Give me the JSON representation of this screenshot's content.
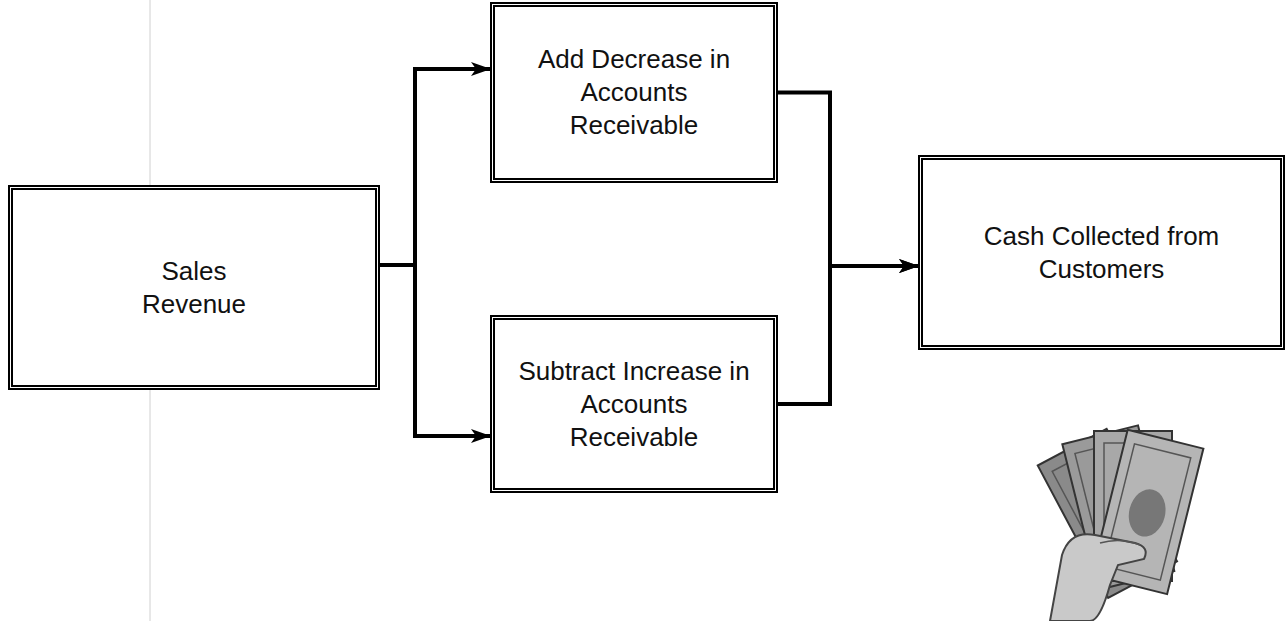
{
  "diagram": {
    "nodes": [
      {
        "text": [
          "Sales Revenue"
        ]
      },
      {
        "text": [
          "Add Decrease in Accounts Receivable"
        ]
      },
      {
        "text": [
          "Subtract Increase in Accounts Receivable"
        ]
      },
      {
        "text": [
          "Cash Collected from Customers"
        ]
      }
    ],
    "edges": [
      {
        "from": 0,
        "to": 1,
        "arrow": "to"
      },
      {
        "from": 0,
        "to": 2,
        "arrow": "to"
      },
      {
        "from": 1,
        "to": 3,
        "arrow": "to"
      },
      {
        "from": 2,
        "to": 3,
        "arrow": "to"
      }
    ]
  }
}
